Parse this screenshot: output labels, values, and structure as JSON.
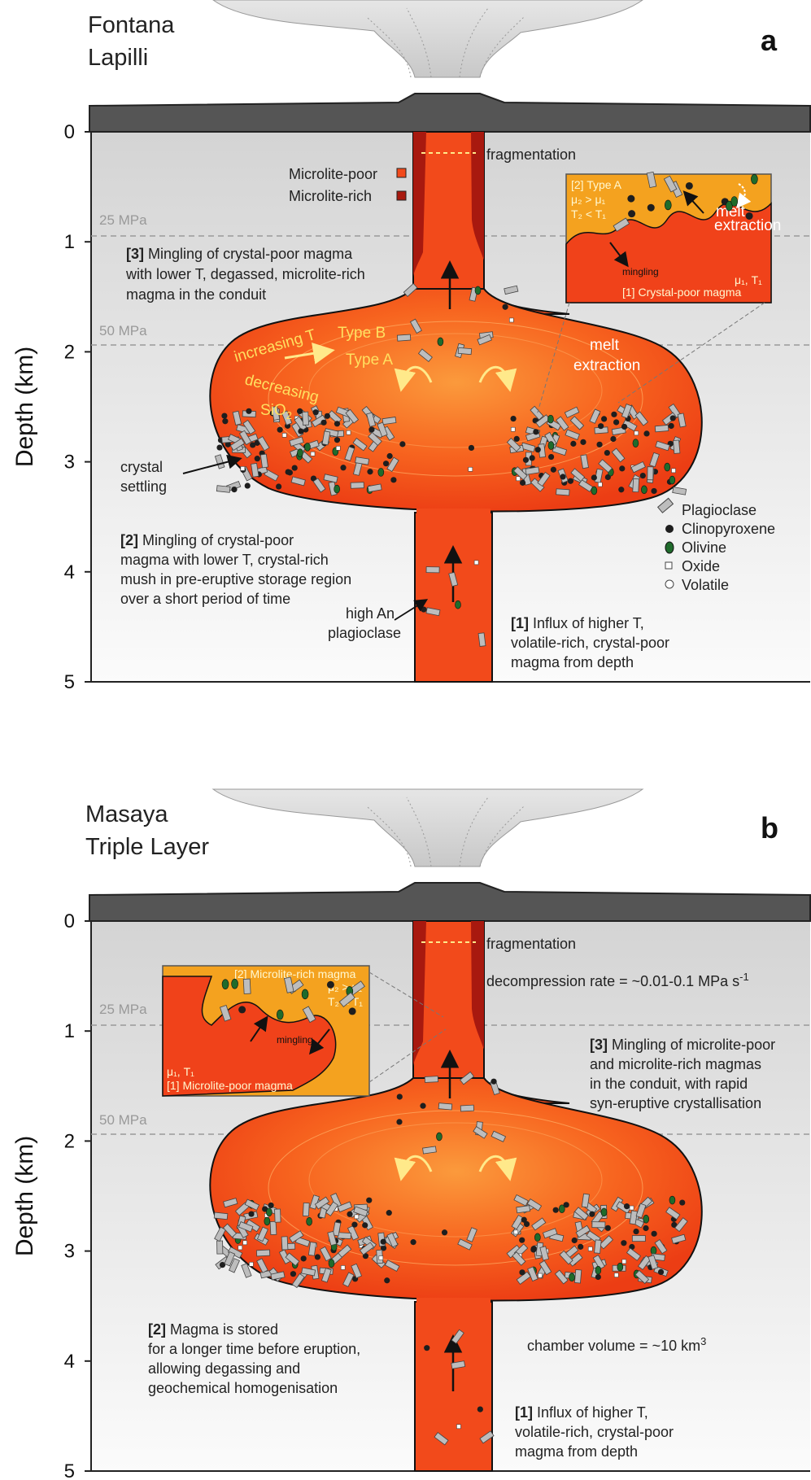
{
  "colors": {
    "magma": "#f7581f",
    "magma_dark": "#d02a0e",
    "microlite_rich": "#a8190f",
    "mush_bg": "#f4a21f",
    "crust": "#5a5a5a",
    "plagioclase": "#bdbdbd",
    "clinopyroxene": "#1e1e1e",
    "olivine": "#1f6b2b",
    "arrow_yellow": "#ffe98a"
  },
  "axis": {
    "ylabel": "Depth (km)",
    "ticks": [
      "0",
      "1",
      "2",
      "3",
      "4",
      "5"
    ]
  },
  "panel_a": {
    "letter": "a",
    "title_line1": "Fontana",
    "title_line2": "Lapilli",
    "grid_25": "25 MPa",
    "grid_50": "50 MPa",
    "fragmentation": "fragmentation",
    "legend_poor": "Microlite-poor",
    "legend_rich": "Microlite-rich",
    "step3_num": "[3]",
    "step3_l1": "Mingling of crystal-poor magma",
    "step3_l2": "with lower T, degassed, microlite-rich",
    "step3_l3": "magma in the conduit",
    "type_b": "Type B",
    "type_a": "Type A",
    "incT": "increasing T",
    "decr": "decreasing",
    "sio2": "SiO",
    "melt1": "melt",
    "melt2": "extraction",
    "settle1": "crystal",
    "settle2": "settling",
    "step2_num": "[2]",
    "step2_l1": "Mingling of crystal-poor",
    "step2_l2": "magma with lower T, crystal-rich",
    "step2_l3": "mush in pre-eruptive storage region",
    "step2_l4": "over a short period of time",
    "highan1": "high An",
    "highan2": "plagioclase",
    "step1_num": "[1]",
    "step1_l1": "Influx of higher T,",
    "step1_l2": "volatile-rich, crystal-poor",
    "step1_l3": "magma from depth",
    "inset": {
      "t1": "[2] Type A",
      "t2": "μ₂ > μ₁",
      "t3": "T₂ < T₁",
      "melt1": "melt",
      "melt2": "extraction",
      "mingling": "mingling",
      "mu": "μ₁, T₁",
      "bottom": "[1] Crystal-poor magma"
    }
  },
  "legend": {
    "plag": "Plagioclase",
    "cpx": "Clinopyroxene",
    "ol": "Olivine",
    "ox": "Oxide",
    "vol": "Volatile"
  },
  "panel_b": {
    "letter": "b",
    "title_line1": "Masaya",
    "title_line2": "Triple Layer",
    "grid_25": "25 MPa",
    "grid_50": "50 MPa",
    "fragmentation": "fragmentation",
    "decomp": "decompression rate =  ~0.01-0.1 MPa s",
    "decomp_sup": "-1",
    "step3_num": "[3]",
    "step3_l1": "Mingling of microlite-poor",
    "step3_l2": "and microlite-rich magmas",
    "step3_l3": "in the conduit, with rapid",
    "step3_l4": "syn-eruptive crystallisation",
    "step2_num": "[2]",
    "step2_l1": "Magma is stored",
    "step2_l2": "for a longer time before eruption,",
    "step2_l3": "allowing degassing and",
    "step2_l4": "geochemical homogenisation",
    "chamber": "chamber volume = ~10 km",
    "chamber_sup": "3",
    "step1_num": "[1]",
    "step1_l1": "Influx of higher T,",
    "step1_l2": "volatile-rich, crystal-poor",
    "step1_l3": "magma from depth",
    "inset": {
      "t1": "[2] Microlite-rich magma",
      "t2": "μ₂ > μ₁",
      "t3": "T₂ < T₁",
      "mingling": "mingling",
      "mu": "μ₁, T₁",
      "bottom": "[1] Microlite-poor magma"
    }
  }
}
